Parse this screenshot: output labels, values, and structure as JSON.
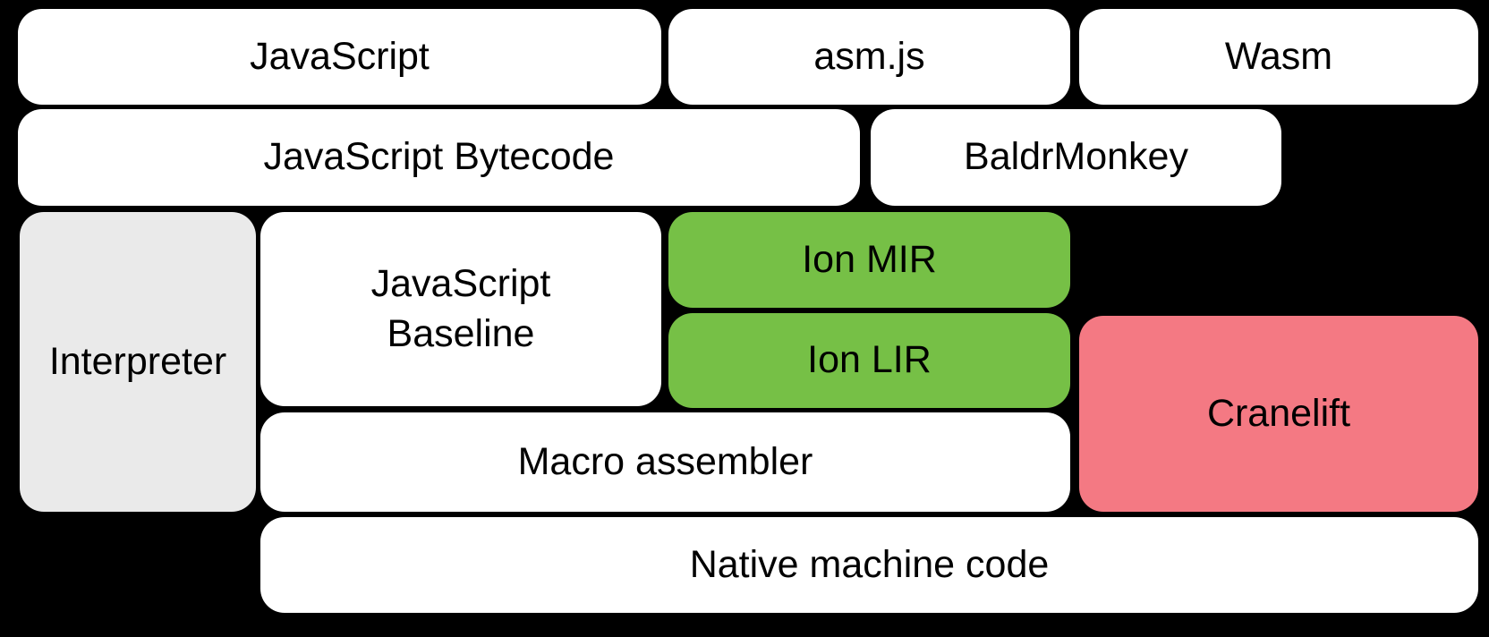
{
  "diagram": {
    "background_color": "#000000",
    "text_color": "#000000",
    "colors": {
      "white_box": "#ffffff",
      "gray_box": "#eaeaea",
      "green_box": "#76c046",
      "pink_box": "#f47983"
    },
    "boxes": {
      "javascript": {
        "label": "JavaScript",
        "color": "#ffffff"
      },
      "asmjs": {
        "label": "asm.js",
        "color": "#ffffff"
      },
      "wasm": {
        "label": "Wasm",
        "color": "#ffffff"
      },
      "bytecode": {
        "label": "JavaScript Bytecode",
        "color": "#ffffff"
      },
      "baldrmonkey": {
        "label": "BaldrMonkey",
        "color": "#ffffff"
      },
      "interpreter": {
        "label": "Interpreter",
        "color": "#eaeaea"
      },
      "baseline": {
        "line1": "JavaScript",
        "line2": "Baseline",
        "color": "#ffffff"
      },
      "ion_mir": {
        "label": "Ion MIR",
        "color": "#76c046"
      },
      "ion_lir": {
        "label": "Ion LIR",
        "color": "#76c046"
      },
      "cranelift": {
        "label": "Cranelift",
        "color": "#f47983"
      },
      "macro_assembler": {
        "label": "Macro assembler",
        "color": "#ffffff"
      },
      "native_machine_code": {
        "label": "Native machine code",
        "color": "#ffffff"
      }
    }
  }
}
